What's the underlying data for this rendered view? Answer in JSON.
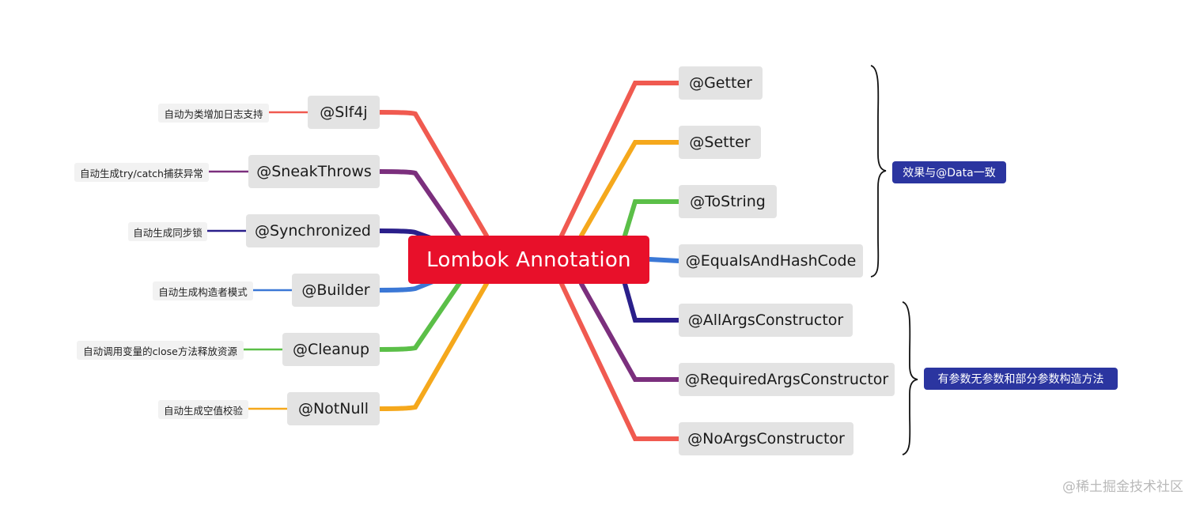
{
  "root": {
    "label": "Lombok Annotation"
  },
  "left_branches": [
    {
      "label": "@Slf4j",
      "note": "自动为类增加日志支持",
      "color": "#f05a50"
    },
    {
      "label": "@SneakThrows",
      "note": "自动生成try/catch捕获异常",
      "color": "#7b2f7d"
    },
    {
      "label": "@Synchronized",
      "note": "自动生成同步锁",
      "color": "#2a1f8a"
    },
    {
      "label": "@Builder",
      "note": "自动生成构造者模式",
      "color": "#3b78d6"
    },
    {
      "label": "@Cleanup",
      "note": "自动调用变量的close方法释放资源",
      "color": "#5bbf48"
    },
    {
      "label": "@NotNull",
      "note": "自动生成空值校验",
      "color": "#f5a81c"
    }
  ],
  "right_branches": [
    {
      "label": "@Getter",
      "color": "#f05a50"
    },
    {
      "label": "@Setter",
      "color": "#f5a81c"
    },
    {
      "label": "@ToString",
      "color": "#5bbf48"
    },
    {
      "label": "@EqualsAndHashCode",
      "color": "#3b78d6"
    },
    {
      "label": "@AllArgsConstructor",
      "color": "#2a1f8a"
    },
    {
      "label": "@RequiredArgsConstructor",
      "color": "#7b2f7d"
    },
    {
      "label": "@NoArgsConstructor",
      "color": "#f05a50"
    }
  ],
  "groups": [
    {
      "label": "效果与@Data一致"
    },
    {
      "label": "有参数无参数和部分参数构造方法"
    }
  ],
  "watermark": "@稀土掘金技术社区"
}
